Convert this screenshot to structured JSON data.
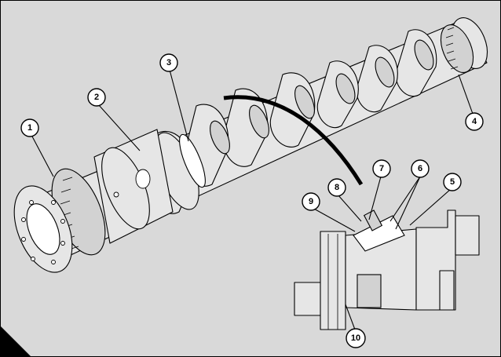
{
  "figure": {
    "background": "#d9d9d9",
    "line_color": "#000000",
    "callouts": [
      {
        "id": "c1",
        "label": "1"
      },
      {
        "id": "c2",
        "label": "2"
      },
      {
        "id": "c3",
        "label": "3"
      },
      {
        "id": "c4",
        "label": "4"
      },
      {
        "id": "c5",
        "label": "5"
      },
      {
        "id": "c6",
        "label": "6"
      },
      {
        "id": "c7",
        "label": "7"
      },
      {
        "id": "c8",
        "label": "8"
      },
      {
        "id": "c9",
        "label": "9"
      },
      {
        "id": "c10",
        "label": "10"
      }
    ]
  }
}
